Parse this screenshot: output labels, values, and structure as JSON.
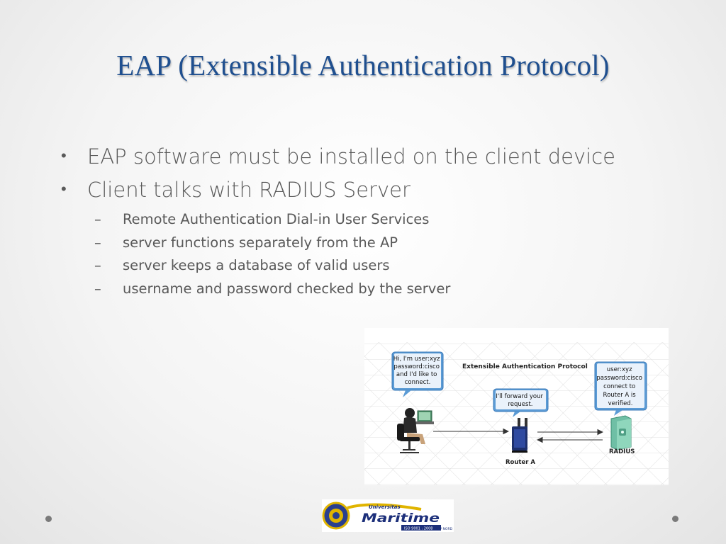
{
  "slide": {
    "title": "EAP (Extensible Authentication Protocol)",
    "bullets": [
      {
        "text": "EAP software must be installed on the client device"
      },
      {
        "text": "Client talks with RADIUS Server",
        "sub": [
          "Remote Authentication Dial-in User Services",
          "server functions separately from the AP",
          "server keeps a database of valid users",
          "username and password checked by the server"
        ]
      }
    ]
  },
  "diagram": {
    "title": "Extensible Authentication Protocol",
    "client_bubble": [
      "Hi, I'm user:xyz",
      "password:cisco",
      "and I'd like to",
      "connect."
    ],
    "router_bubble": [
      "I'll forward your",
      "request."
    ],
    "server_bubble": [
      "user:xyz",
      "password:cisco",
      "connect to",
      "Router A is",
      "verified."
    ],
    "router_label": "Router A",
    "server_label": "RADIUS"
  },
  "logo": {
    "top_text": "Universitas",
    "name": "Maritime",
    "iso_text": "ISO 9001 : 2008",
    "cert_text": "TUV NORD"
  },
  "colors": {
    "title": "#1f4f8f",
    "body_text": "#595959",
    "bubble": "#5b9bd5"
  }
}
